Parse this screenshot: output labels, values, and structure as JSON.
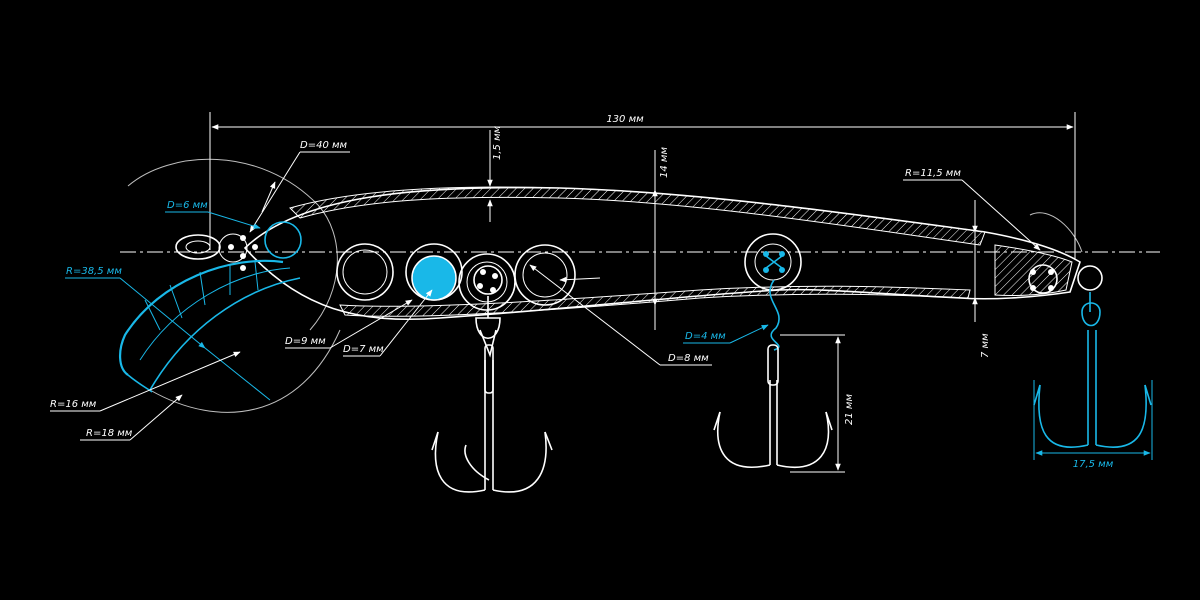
{
  "colors": {
    "background": "#000000",
    "line": "#ffffff",
    "accent": "#19b8e8"
  },
  "dimensions": {
    "overall_length": "130 мм",
    "d40": "D=40 мм",
    "d6": "D=6 мм",
    "r385": "R=38,5 мм",
    "r16": "R=16 мм",
    "r18": "R=18 мм",
    "d9": "D=9 мм",
    "d7": "D=7 мм",
    "d8": "D=8 мм",
    "d4": "D=4 мм",
    "r115": "R=11,5 мм",
    "t15": "1,5 мм",
    "h14": "14 мм",
    "h7": "7 мм",
    "h21": "21 мм",
    "w175": "17,5 мм"
  }
}
